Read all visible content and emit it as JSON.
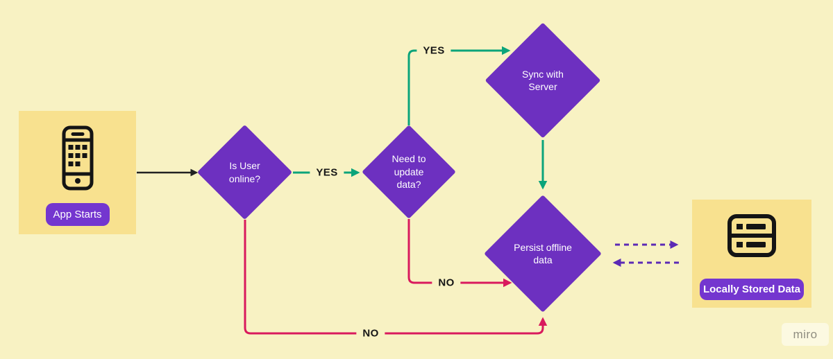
{
  "app": {
    "watermark": "miro"
  },
  "colors": {
    "background": "#f8f2c3",
    "panel_yellow": "#f8e18f",
    "node_purple": "#6d30c0",
    "pill_purple": "#7436cf",
    "edge_green": "#0ba47a",
    "edge_red": "#d91a5d",
    "edge_black": "#222222",
    "edge_dashed_purple": "#5b2ab5"
  },
  "nodes": {
    "app_starts": {
      "label": "App Starts",
      "icon": "smartphone-icon",
      "type": "start"
    },
    "is_user_online": {
      "label": "Is User online?",
      "type": "decision"
    },
    "need_update_data": {
      "label": "Need to update data?",
      "type": "decision"
    },
    "sync_with_server": {
      "label": "Sync with Server",
      "type": "process"
    },
    "persist_offline_data": {
      "label": "Persist offline data",
      "type": "process"
    },
    "locally_stored_data": {
      "label": "Locally Stored Data",
      "icon": "server-icon",
      "type": "datastore"
    }
  },
  "edges": {
    "start_to_online": {
      "from": "app_starts",
      "to": "is_user_online",
      "label": "",
      "color": "black",
      "style": "solid"
    },
    "online_yes": {
      "from": "is_user_online",
      "to": "need_update_data",
      "label": "YES",
      "color": "green",
      "style": "solid"
    },
    "update_yes": {
      "from": "need_update_data",
      "to": "sync_with_server",
      "label": "YES",
      "color": "green",
      "style": "solid"
    },
    "sync_to_persist": {
      "from": "sync_with_server",
      "to": "persist_offline_data",
      "label": "",
      "color": "green",
      "style": "solid"
    },
    "update_no": {
      "from": "need_update_data",
      "to": "persist_offline_data",
      "label": "NO",
      "color": "red",
      "style": "solid"
    },
    "online_no": {
      "from": "is_user_online",
      "to": "persist_offline_data",
      "label": "NO",
      "color": "red",
      "style": "solid"
    },
    "persist_to_storage": {
      "from": "persist_offline_data",
      "to": "locally_stored_data",
      "label": "",
      "color": "purple",
      "style": "dashed"
    },
    "storage_to_persist": {
      "from": "locally_stored_data",
      "to": "persist_offline_data",
      "label": "",
      "color": "purple",
      "style": "dashed"
    }
  }
}
